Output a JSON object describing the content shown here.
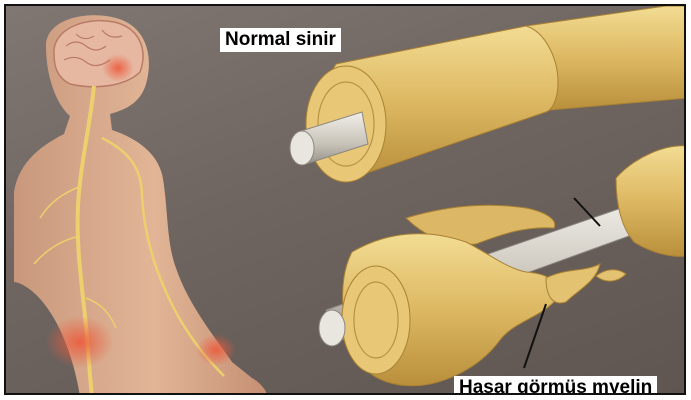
{
  "labels": {
    "normal_nerve": "Normal sinir",
    "damaged_myelin": "Hasar görmüş myelin"
  },
  "colors": {
    "background": "#766c67",
    "skin": "#d9ab8e",
    "myelin": "#e1c170",
    "axon": "#d8d4cc",
    "nerve_line": "#e9cc6a",
    "inflammation": "#e8583a",
    "label_background": "#ffffff",
    "pointer_line": "#111111"
  },
  "icons": [
    "human-figure",
    "nerve-fiber",
    "damaged-nerve-fiber"
  ]
}
